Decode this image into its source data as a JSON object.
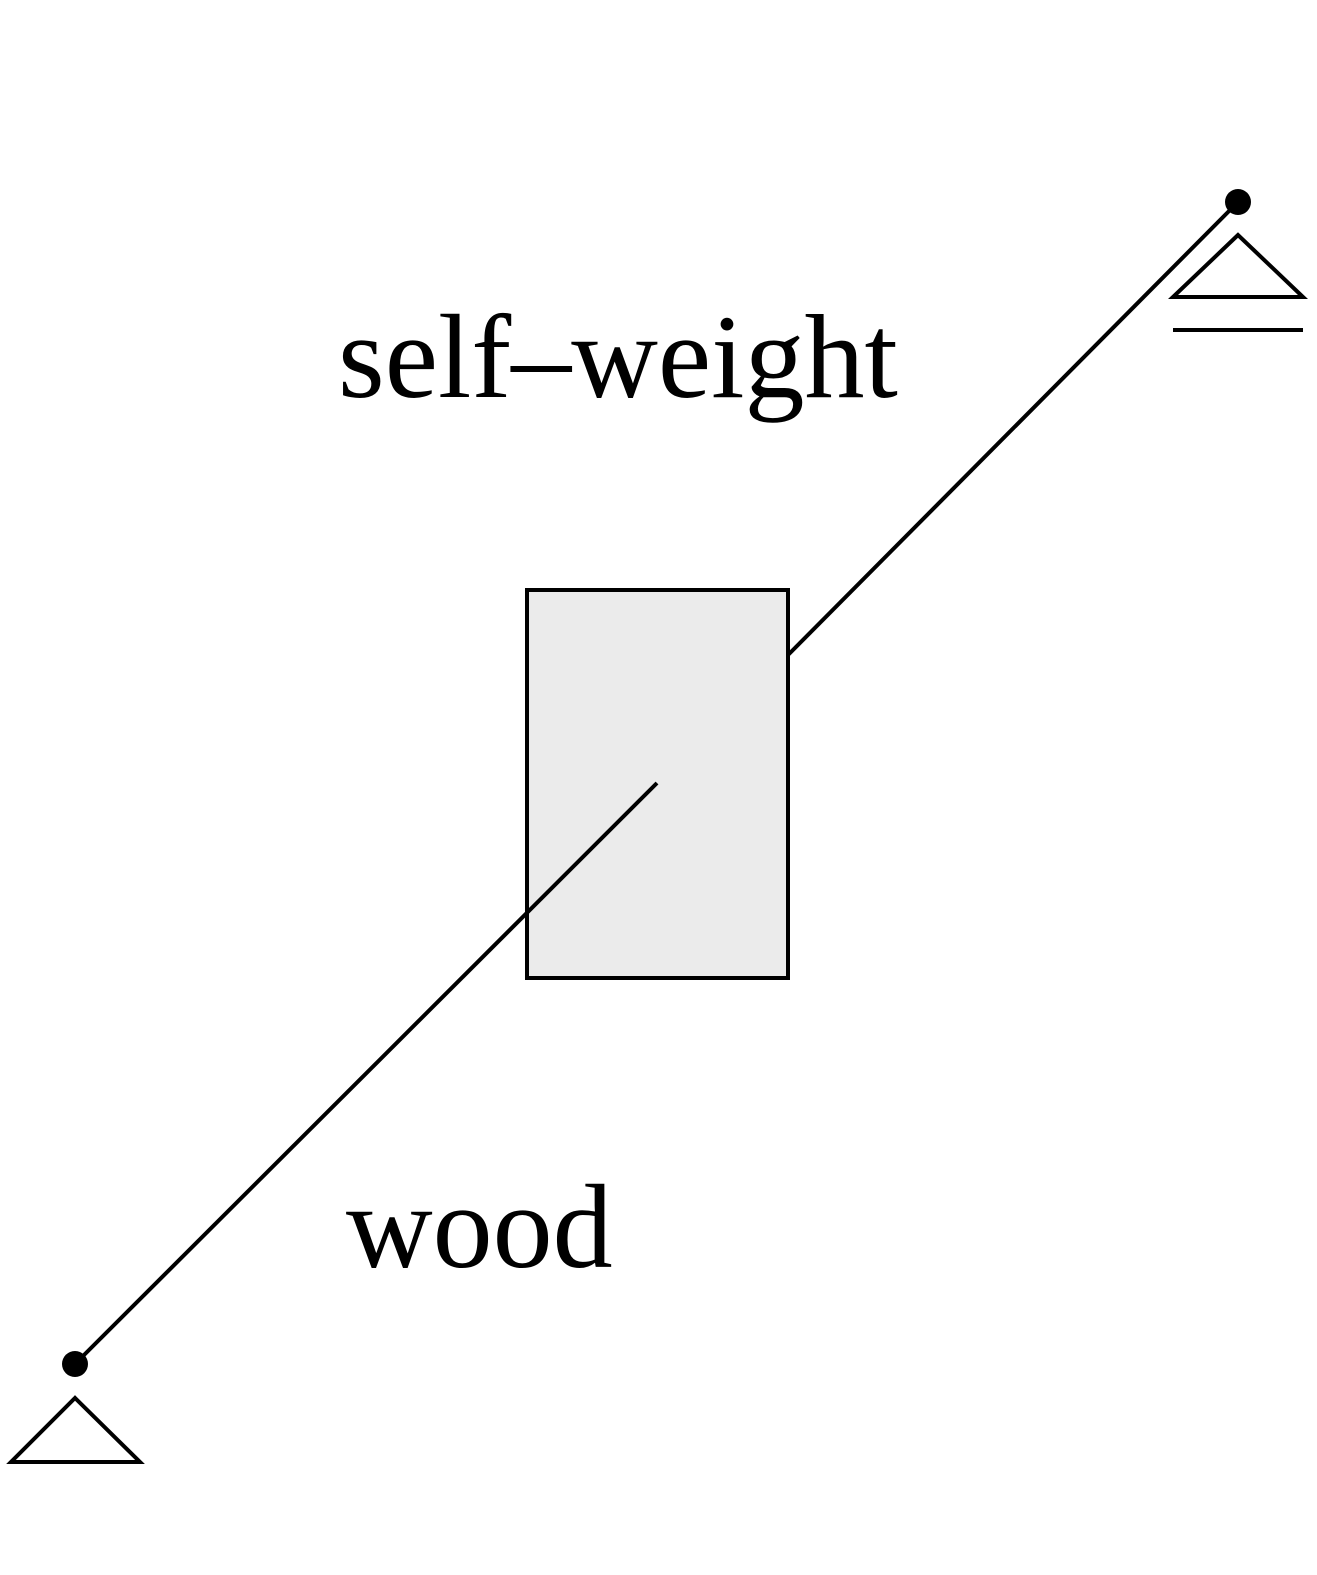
{
  "labels": {
    "load": "self–weight",
    "material": "wood"
  },
  "colors": {
    "line": "#000000",
    "cross_section_fill": "#ebebeb",
    "background": "#ffffff"
  },
  "supports": {
    "left": "pinned-support",
    "right": "roller-support"
  }
}
